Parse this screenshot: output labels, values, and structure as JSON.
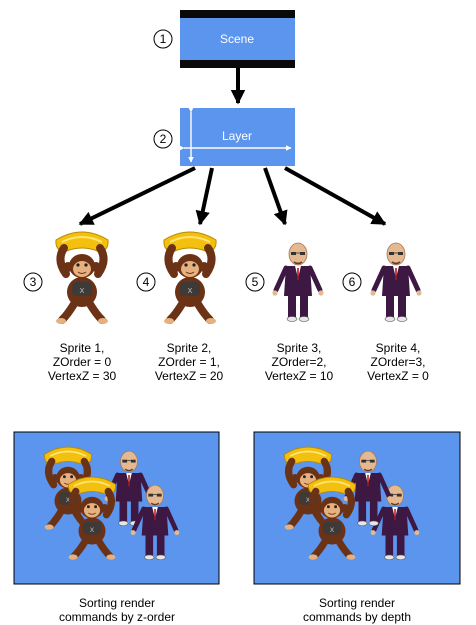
{
  "scene": {
    "number": "1",
    "label": "Scene"
  },
  "layer": {
    "number": "2",
    "label": "Layer"
  },
  "sprites": [
    {
      "number": "3",
      "kind": "monkey-icon",
      "caption": [
        "Sprite 1,",
        "ZOrder = 0",
        "VertexZ = 30"
      ]
    },
    {
      "number": "4",
      "kind": "monkey-icon",
      "caption": [
        "Sprite 2,",
        "ZOrder = 1,",
        "VertexZ = 20"
      ]
    },
    {
      "number": "5",
      "kind": "man-in-suit-icon",
      "caption": [
        "Sprite 3,",
        "ZOrder=2,",
        "VertexZ = 10"
      ]
    },
    {
      "number": "6",
      "kind": "man-in-suit-icon",
      "caption": [
        "Sprite 4,",
        "ZOrder=3,",
        "VertexZ = 0"
      ]
    }
  ],
  "results": [
    {
      "caption": [
        "Sorting render",
        "commands by z-order"
      ]
    },
    {
      "caption": [
        "Sorting render",
        "commands by depth"
      ]
    }
  ],
  "colors": {
    "box_fill": "#5c95ee",
    "bar_dark": "#0a0a0a",
    "banana": "#f4c010",
    "monkey_fur": "#6b3216",
    "monkey_face": "#e7b07f",
    "suit": "#3c1842",
    "skin": "#e4b890"
  }
}
